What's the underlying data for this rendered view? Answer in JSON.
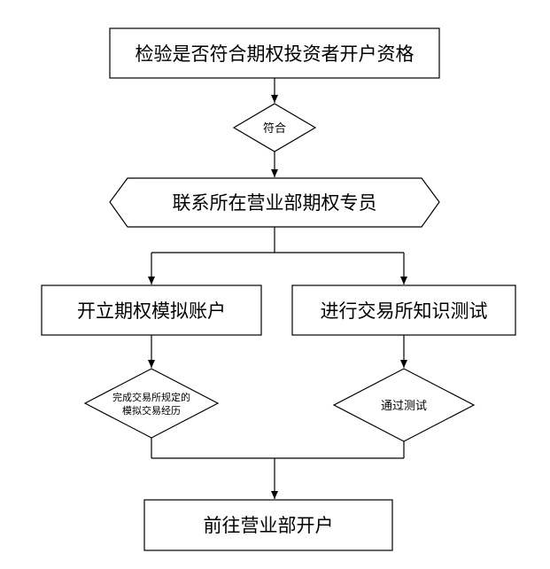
{
  "flowchart": {
    "step_check_qualification": "检验是否符合期权投资者开户资格",
    "cond_qualified": "符合",
    "step_contact_specialist": "联系所在营业部期权专员",
    "step_open_sim_account": "开立期权模拟账户",
    "step_exchange_test": "进行交易所知识测试",
    "cond_sim_line1": "完成交易所规定的",
    "cond_sim_line2": "模拟交易经历",
    "cond_pass_test": "通过测试",
    "step_open_account": "前往营业部开户"
  },
  "colors": {
    "stroke": "#000000",
    "fill": "#ffffff",
    "text": "#000000"
  }
}
